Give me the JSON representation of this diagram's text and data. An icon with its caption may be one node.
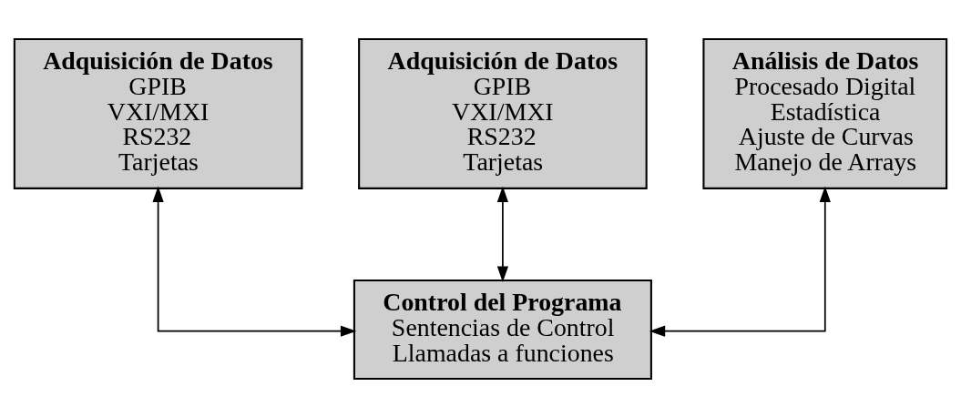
{
  "diagram": {
    "nodes": [
      {
        "text": [
          "Adquisición de Datos",
          "GPIB",
          "VXI/MXI",
          "RS232",
          "Tarjetas"
        ]
      },
      {
        "text": [
          "Adquisición de Datos",
          "GPIB",
          "VXI/MXI",
          "RS232",
          "Tarjetas"
        ]
      },
      {
        "text": [
          "Análisis de Datos",
          "Procesado Digital",
          "Estadística",
          "Ajuste de Curvas",
          "Manejo de Arrays"
        ]
      },
      {
        "text": [
          "Control del Programa",
          "Sentencias de Control",
          "Llamadas a funciones"
        ]
      }
    ],
    "edges": [
      {
        "from": 0,
        "to": 3,
        "arrow": "both"
      },
      {
        "from": 1,
        "to": 3,
        "arrow": "both"
      },
      {
        "from": 2,
        "to": 3,
        "arrow": "both"
      }
    ]
  }
}
